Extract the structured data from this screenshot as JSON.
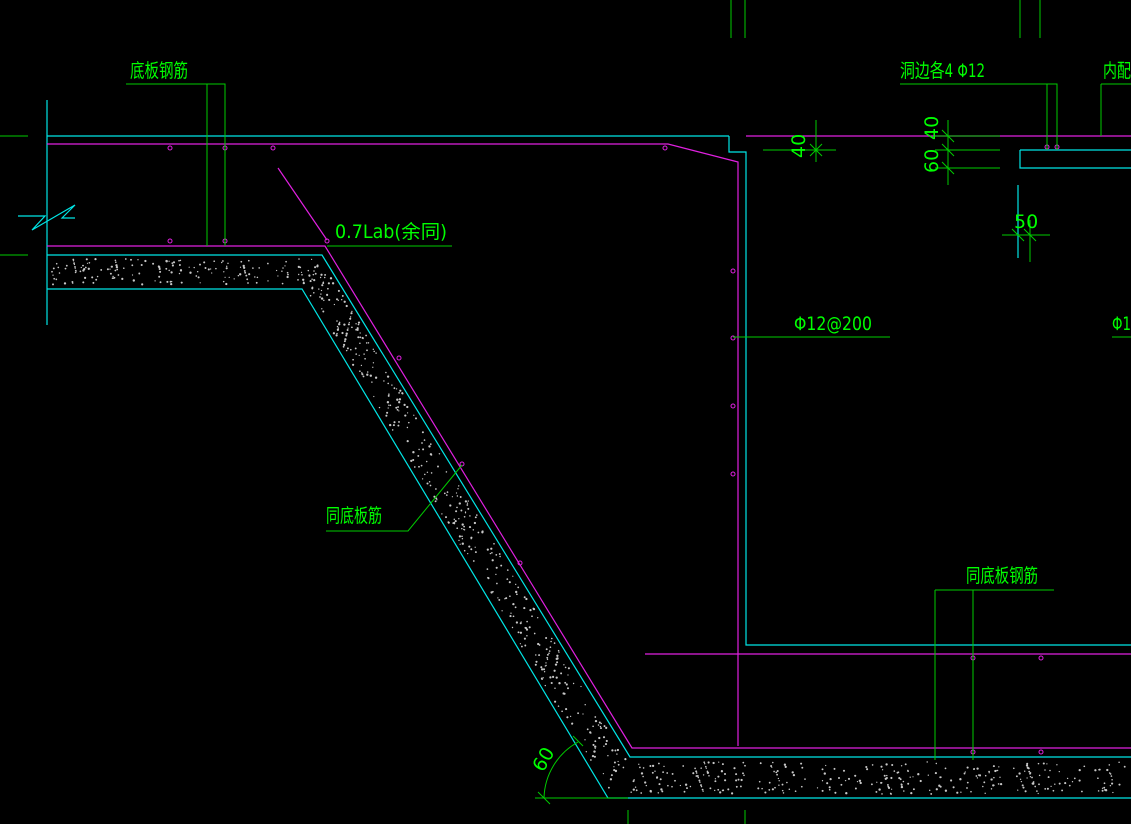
{
  "colors": {
    "background": "#000000",
    "concrete_outline": "#00e5e5",
    "rebar_magenta": "#e020e0",
    "annotation_green": "#00ff00",
    "leader_green": "#00cc00",
    "aggregate_dots": "#c8c8c8"
  },
  "labels": {
    "bottom_slab_rebar": "底板钢筋",
    "anchorage": "0.7Lab(余同)",
    "same_as_bottom_slab_1": "同底板筋",
    "same_as_bottom_slab_2": "同底板钢筋",
    "hole_edge_rebar": "洞边各4 Φ12",
    "inner_rebar_partial": "内配",
    "wall_rebar": "Φ12@200",
    "partial_rebar_right": "Φ1"
  },
  "dimensions": {
    "cover_top": "40",
    "dim_40_right": "40",
    "dim_60": "60",
    "dim_50": "50",
    "angle": "60"
  }
}
